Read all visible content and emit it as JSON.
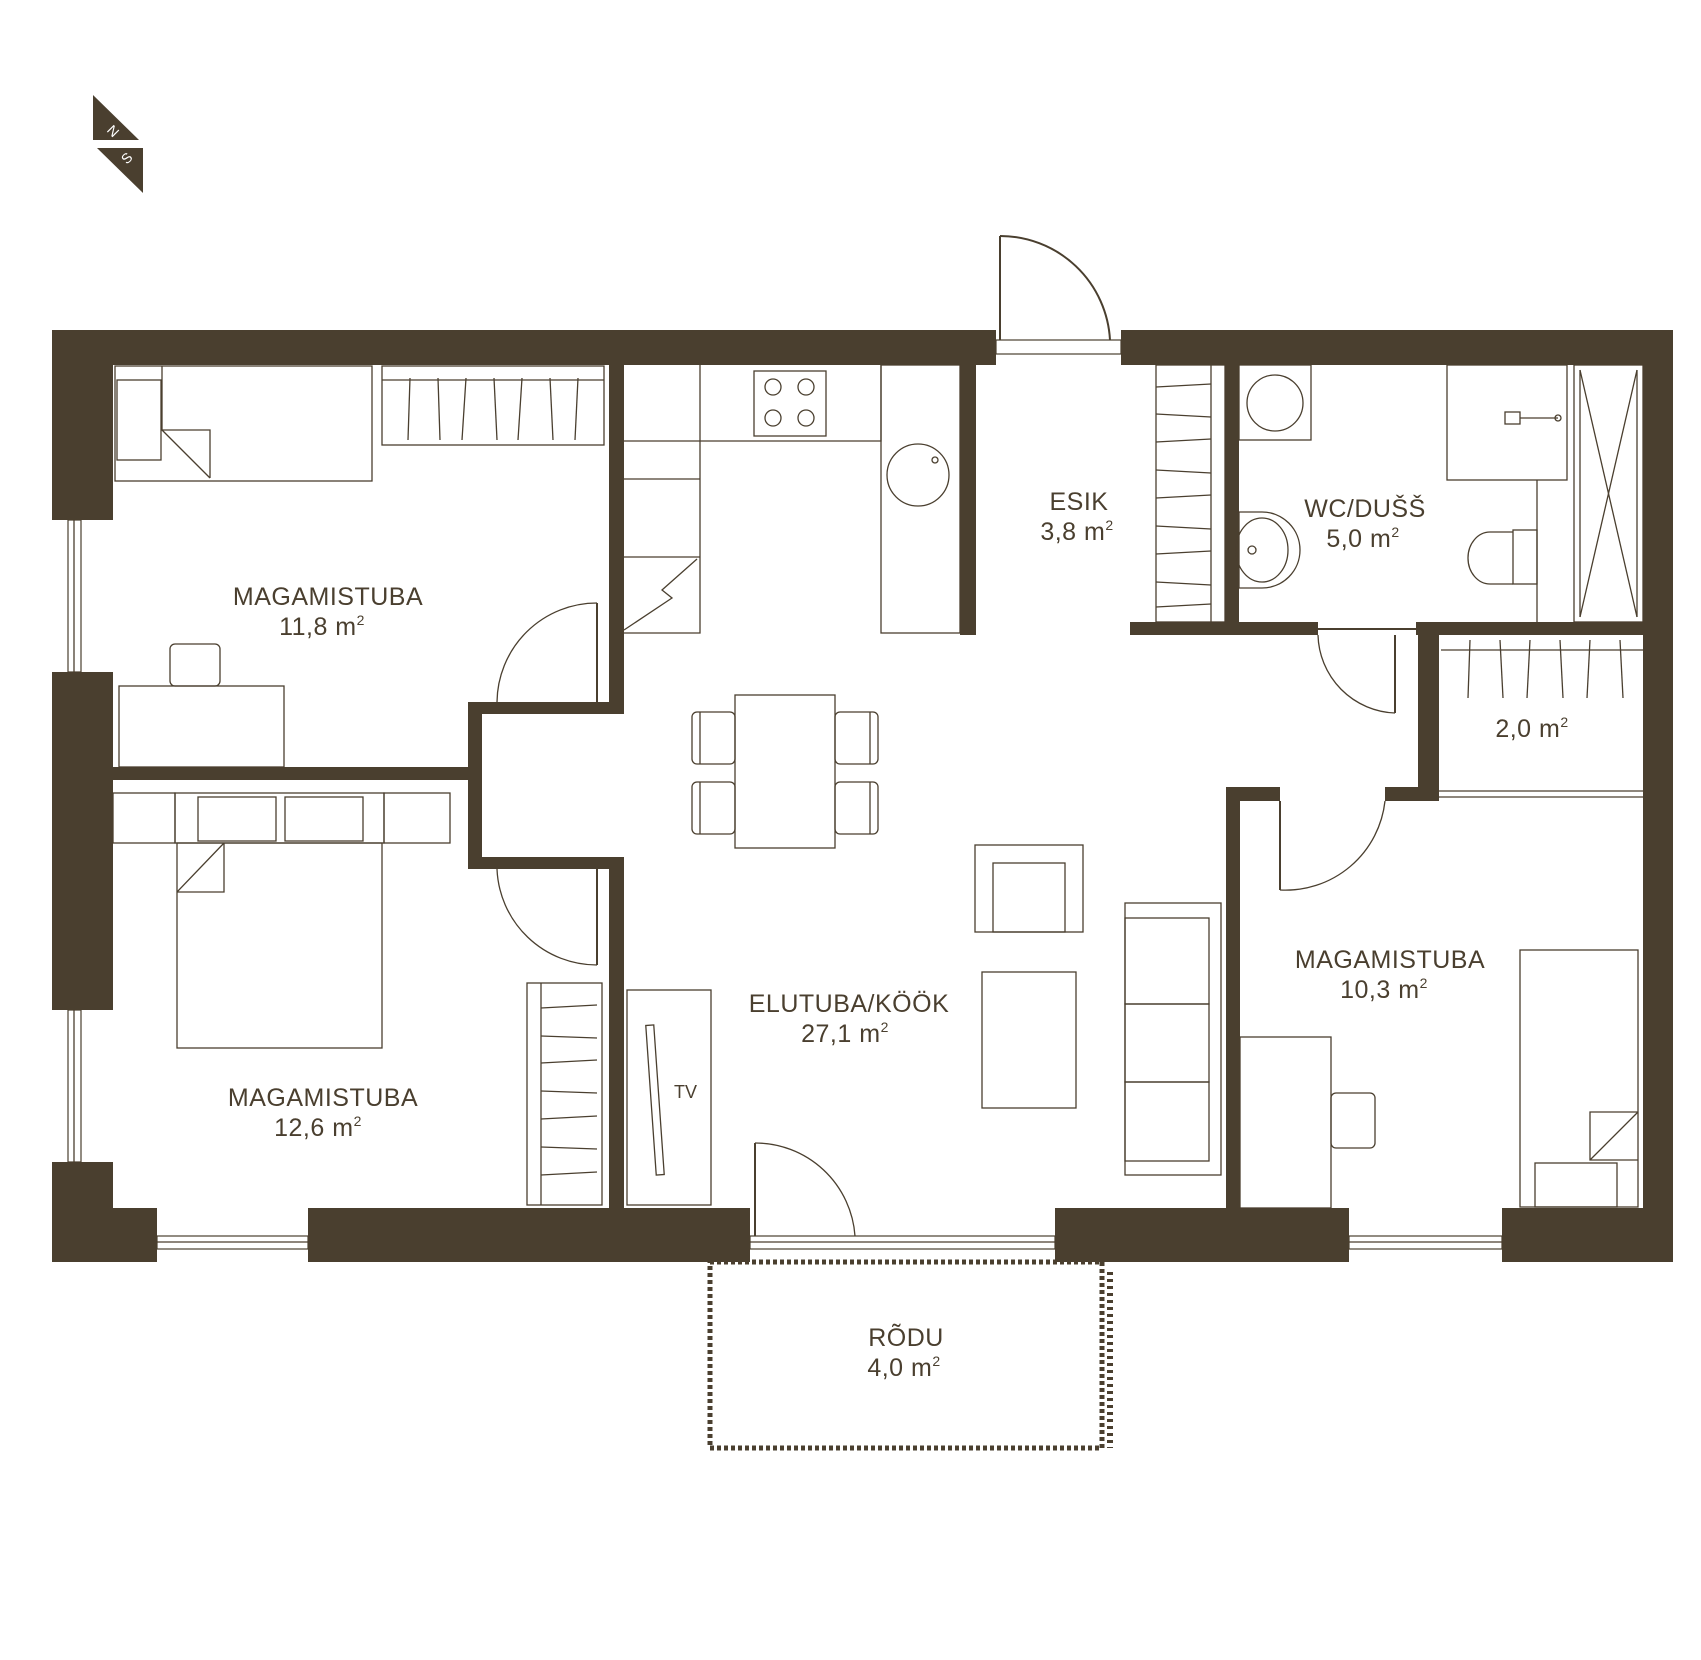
{
  "compass": {
    "north": "N",
    "south": "S",
    "icon": "compass-icon"
  },
  "rooms": {
    "bedroom_nw": {
      "name": "MAGAMISTUBA",
      "area": "11,8 m",
      "unit_sup": "2"
    },
    "bedroom_sw": {
      "name": "MAGAMISTUBA",
      "area": "12,6 m",
      "unit_sup": "2"
    },
    "living_kitchen": {
      "name": "ELUTUBA/KÖÖK",
      "area": "27,1 m",
      "unit_sup": "2"
    },
    "hall": {
      "name": "ESIK",
      "area": "3,8 m",
      "unit_sup": "2"
    },
    "bathroom": {
      "name": "WC/DUŠŠ",
      "area": "5,0 m",
      "unit_sup": "2"
    },
    "storage": {
      "name": "",
      "area": "2,0 m",
      "unit_sup": "2"
    },
    "bedroom_e": {
      "name": "MAGAMISTUBA",
      "area": "10,3 m",
      "unit_sup": "2"
    },
    "balcony": {
      "name": "RÕDU",
      "area": "4,0 m",
      "unit_sup": "2"
    }
  },
  "furniture": {
    "tv_label": "TV"
  },
  "colors": {
    "wall": "#4a3f2f",
    "background": "#ffffff"
  }
}
